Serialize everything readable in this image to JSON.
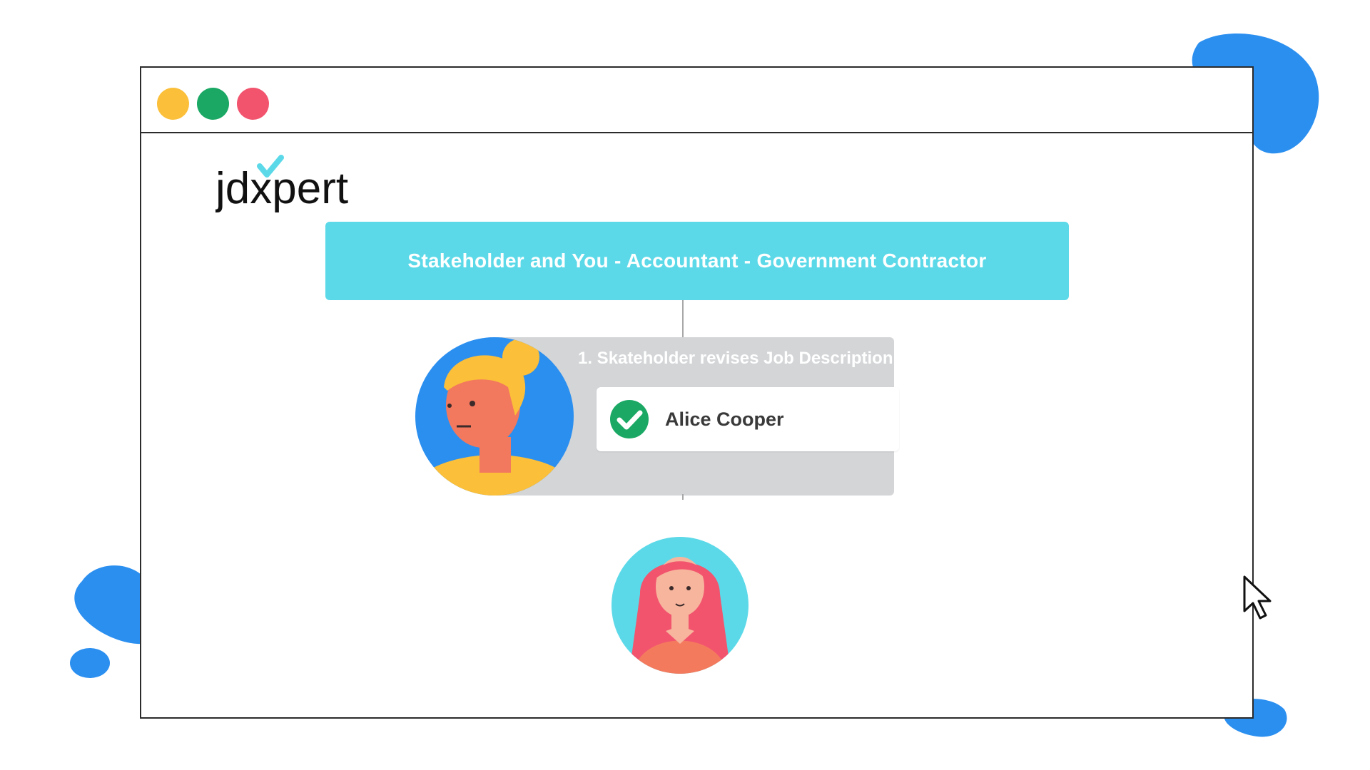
{
  "window": {
    "controls": [
      "minimize",
      "maximize",
      "close"
    ],
    "control_colors": [
      "#fbbf3a",
      "#1aa864",
      "#f2546e"
    ]
  },
  "logo": {
    "text": "jdxpert",
    "accent_color": "#5cd9e8"
  },
  "header": {
    "title": "Stakeholder and You - Accountant - Government Contractor"
  },
  "step": {
    "title": "1. Skateholder revises Job Description",
    "assignee": "Alice Cooper",
    "status_icon": "check-circle-icon",
    "status_color": "#1aa864"
  },
  "colors": {
    "header_bg": "#5cd9e8",
    "card_bg": "#d3d5d7",
    "blob": "#2b8ff0"
  }
}
